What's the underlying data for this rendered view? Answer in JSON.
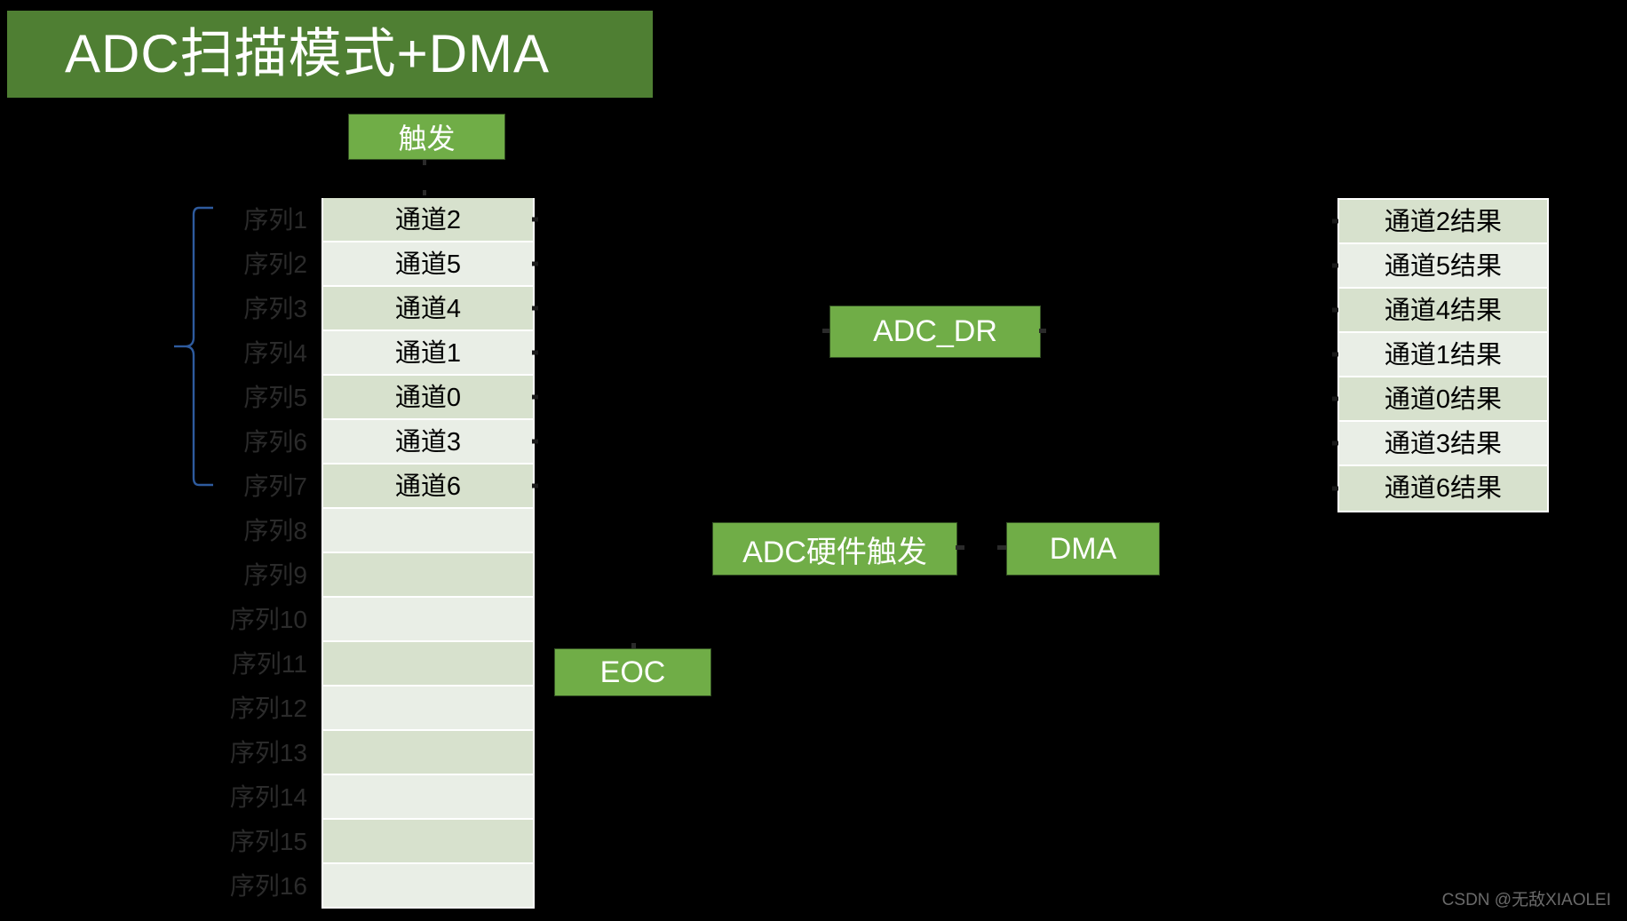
{
  "title": {
    "text": "ADC扫描模式+DMA"
  },
  "boxes": {
    "trigger": "触发",
    "adc_dr": "ADC_DR",
    "adc_hw_trigger": "ADC硬件触发",
    "dma": "DMA",
    "eoc": "EOC"
  },
  "sequence_labels": [
    "序列1",
    "序列2",
    "序列3",
    "序列4",
    "序列5",
    "序列6",
    "序列7",
    "序列8",
    "序列9",
    "序列10",
    "序列11",
    "序列12",
    "序列13",
    "序列14",
    "序列15",
    "序列16"
  ],
  "channels": [
    "通道2",
    "通道5",
    "通道4",
    "通道1",
    "通道0",
    "通道3",
    "通道6",
    "",
    "",
    "",
    "",
    "",
    "",
    "",
    "",
    ""
  ],
  "results": [
    "通道2结果",
    "通道5结果",
    "通道4结果",
    "通道1结果",
    "通道0结果",
    "通道3结果",
    "通道6结果"
  ],
  "brace": {
    "label": "",
    "spans_sequences": "序列1-序列7"
  },
  "watermark": "CSDN @无敌XIAOLEI",
  "colors": {
    "title_bg": "#4f7f33",
    "box_green": "#70ad47",
    "row_dark": "#d7e1cd",
    "row_light": "#e9eee6",
    "brace_blue": "#2e5b9e",
    "background": "#000000",
    "label_gray": "#2b2b2b",
    "watermark_gray": "#6a6a6a"
  }
}
